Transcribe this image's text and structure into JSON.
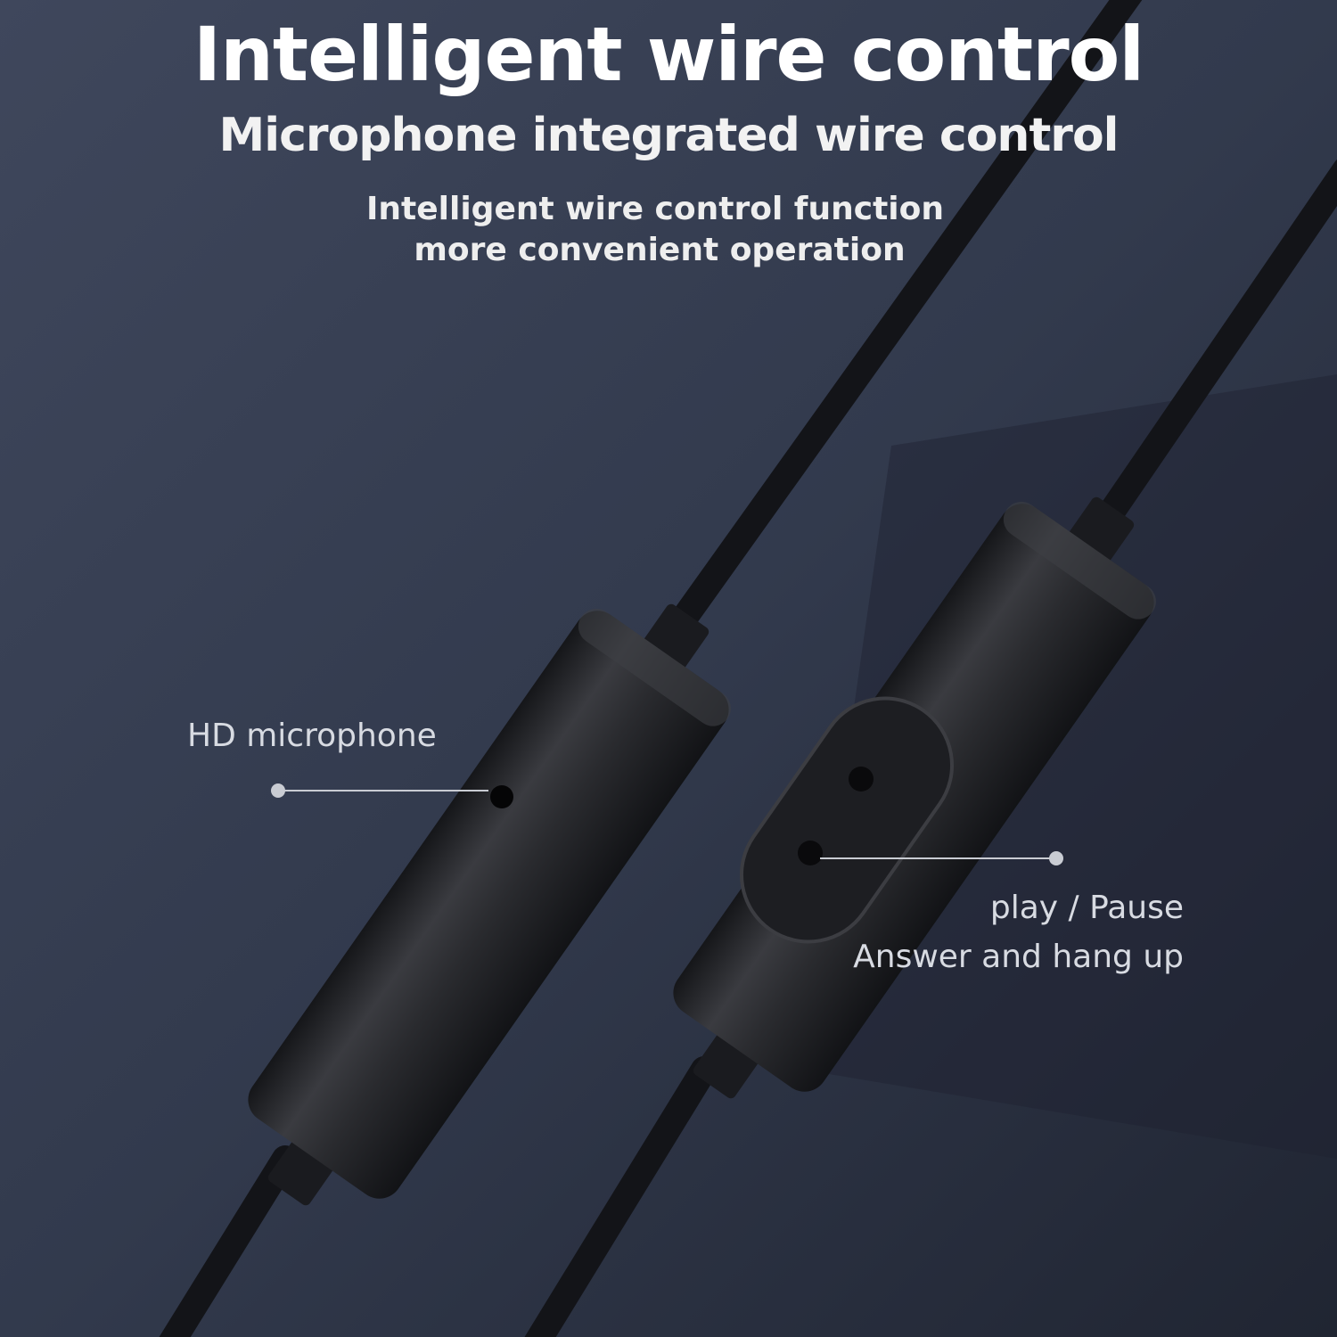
{
  "header": {
    "title": "Intelligent wire control",
    "subtitle": "Microphone integrated wire control",
    "description_line1": "Intelligent wire control function",
    "description_line2": "more convenient operation"
  },
  "callouts": {
    "microphone": "HD microphone",
    "button_line1": "play / Pause",
    "button_line2": "Answer and hang up"
  },
  "colors": {
    "background_top": "#3b4358",
    "background_bottom": "#232836",
    "cable": "#111215",
    "body": "#2a2b2f",
    "callout_line": "#c9ccd3"
  }
}
